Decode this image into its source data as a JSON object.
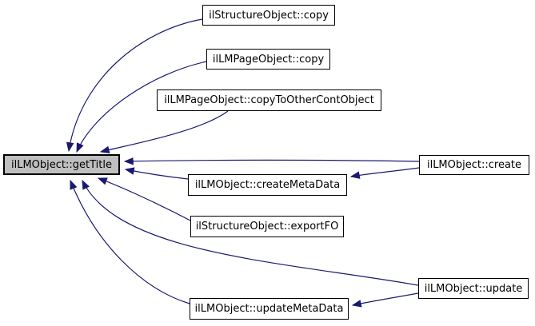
{
  "diagram": {
    "type": "doxygen-caller-graph",
    "focus_node": {
      "label": "ilLMObject::getTitle"
    },
    "caller_nodes": [
      {
        "label": "ilStructureObject::copy"
      },
      {
        "label": "ilLMPageObject::copy"
      },
      {
        "label": "ilLMPageObject::copyToOtherContObject"
      },
      {
        "label": "ilLMObject::create"
      },
      {
        "label": "ilLMObject::createMetaData"
      },
      {
        "label": "ilStructureObject::exportFO"
      },
      {
        "label": "ilLMObject::update"
      },
      {
        "label": "ilLMObject::updateMetaData"
      }
    ],
    "edges": [
      {
        "from": "ilStructureObject::copy",
        "to": "ilLMObject::getTitle"
      },
      {
        "from": "ilLMPageObject::copy",
        "to": "ilLMObject::getTitle"
      },
      {
        "from": "ilLMPageObject::copyToOtherContObject",
        "to": "ilLMObject::getTitle"
      },
      {
        "from": "ilLMObject::create",
        "to": "ilLMObject::getTitle"
      },
      {
        "from": "ilLMObject::create",
        "to": "ilLMObject::createMetaData"
      },
      {
        "from": "ilLMObject::createMetaData",
        "to": "ilLMObject::getTitle"
      },
      {
        "from": "ilStructureObject::exportFO",
        "to": "ilLMObject::getTitle"
      },
      {
        "from": "ilLMObject::update",
        "to": "ilLMObject::getTitle"
      },
      {
        "from": "ilLMObject::update",
        "to": "ilLMObject::updateMetaData"
      },
      {
        "from": "ilLMObject::updateMetaData",
        "to": "ilLMObject::getTitle"
      }
    ]
  },
  "colors": {
    "edge-color": "#191970",
    "node-border": "#000000",
    "node-fill": "#ffffff",
    "focus-fill": "#bfbfbf",
    "canvas-bg": "#ffffff"
  }
}
